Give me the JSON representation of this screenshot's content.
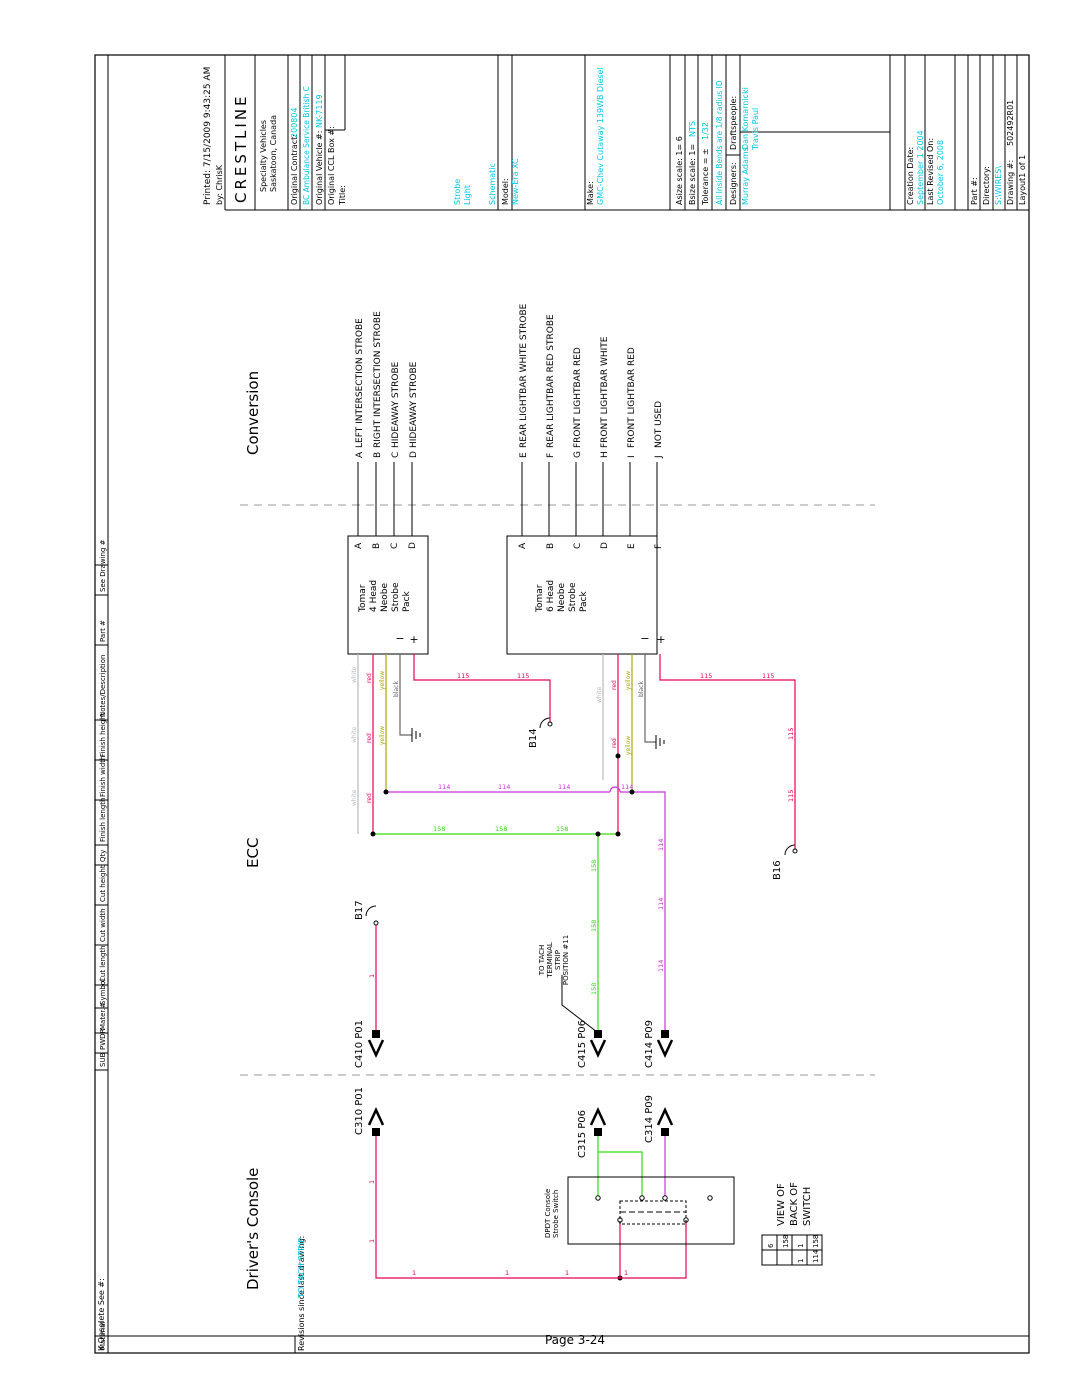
{
  "page_label": "Page 3-24",
  "header_columns": [
    "Material",
    "SUB",
    "PWDR",
    "Mater.#",
    "Symbol",
    "Cut length",
    "Cut width",
    "Cut height",
    "Qty",
    "Finish length",
    "Finish width",
    "Finish height",
    "Notes/Description",
    "Part #",
    "See Drawing #"
  ],
  "footer": {
    "obsolete": "If Obsolete See #:",
    "revisions": "Revisions since last drawing:",
    "revision_text": "TO TACH STRIP"
  },
  "title_block": {
    "printed": "Printed: 7/15/2009 9:43:25 AM",
    "by": "by: ChrisK",
    "logo": "CRESTLINE",
    "company1": "Specialty Vehicles",
    "company2": "Saskatoon, Canada",
    "contract_label": "Original Contract:",
    "contract_value": "200804",
    "contract_sub": "BC Ambulance Service British C",
    "vehicle_label": "Original Vehicle #:",
    "vehicle_value": "NK-7119",
    "ccl_label": "Original CCL Box #:",
    "title_label": "Title:",
    "title_line1": "Strobe",
    "title_line2": "Light",
    "title_line3": "Schematic",
    "model_label": "Model:",
    "model_value": "New-Era XC",
    "make_label": "Make:",
    "make_value": "GMC-Chev Cutaway 139WB Diesel",
    "asize": "Asize scale: 1= 6",
    "bsize_label": "Bsize scale: 1=",
    "bsize_value": "NTS",
    "tolerance_label": "Tolerance = ±",
    "tolerance_value": "1/32",
    "bends": "All Inside Bends are 1/8 radius ID",
    "designers_label": "Designers:",
    "designers_value": "Murray Adams",
    "draftspeople_label": "Draftspeople:",
    "drafts1": "Dan Komarnicki",
    "drafts2": "Travis Paul",
    "creation_label": "Creation Date:",
    "creation_value": "September 1 2004",
    "revised_label": "Last Revised On:",
    "revised_value": "October 6, 2008",
    "part_label": "Part #:",
    "directory_label": "Directory:",
    "directory_value": "S:\\WIRES\\",
    "drawing_label": "Drawing #:",
    "drawing_value": "502492R01",
    "layout": "Layout1 of 1"
  },
  "sections": {
    "drivers_console": "Driver's Console",
    "ecc": "ECC",
    "conversion": "Conversion"
  },
  "strobe_pack_4": {
    "lines": [
      "Tomar",
      "4 Head",
      "Neobe",
      "Strobe",
      "Pack"
    ],
    "pins": [
      "A",
      "B",
      "C",
      "D"
    ]
  },
  "strobe_pack_6": {
    "lines": [
      "Tomar",
      "6 Head",
      "Neobe",
      "Strobe",
      "Pack"
    ],
    "pins": [
      "A",
      "B",
      "C",
      "D",
      "E",
      "F"
    ]
  },
  "outputs_4": [
    {
      "pin": "A",
      "label": "LEFT INTERSECTION STROBE"
    },
    {
      "pin": "B",
      "label": "RIGHT INTERSECTION STROBE"
    },
    {
      "pin": "C",
      "label": "HIDEAWAY STROBE"
    },
    {
      "pin": "D",
      "label": "HIDEAWAY STROBE"
    }
  ],
  "outputs_6": [
    {
      "pin": "E",
      "label": "REAR LIGHTBAR WHITE STROBE"
    },
    {
      "pin": "F",
      "label": "REAR LIGHTBAR RED STROBE"
    },
    {
      "pin": "G",
      "label": "FRONT LIGHTBAR RED"
    },
    {
      "pin": "H",
      "label": "FRONT LIGHTBAR WHITE"
    },
    {
      "pin": "I",
      "label": "FRONT LIGHTBAR RED"
    },
    {
      "pin": "J",
      "label": "NOT USED"
    }
  ],
  "connectors": {
    "c410": "C410 P01",
    "c415": "C415 P06",
    "c414": "C414 P09",
    "c310": "C310 P01",
    "c315": "C315 P06",
    "c314": "C314 P09"
  },
  "breakers": {
    "b14": "B14",
    "b16": "B16",
    "b17": "B17"
  },
  "tach_note": [
    "TO TACH",
    "TERMINAL",
    "STRIP",
    "POSITION #11"
  ],
  "switch_label": [
    "DPDT Console",
    "Strobe Switch"
  ],
  "switch_view": [
    "VIEW OF",
    "BACK OF",
    "SWITCH"
  ],
  "switch_table": [
    [
      "6",
      ""
    ],
    [
      "158",
      ""
    ],
    [
      "1",
      "1"
    ],
    [
      "114",
      "158"
    ]
  ],
  "wire_labels": {
    "w1": "1",
    "w114": "114",
    "w115": "115",
    "w158": "158",
    "white": "white",
    "red": "red",
    "yellow": "yellow",
    "black": "black"
  },
  "colors": {
    "red": "#e8005a",
    "green": "#33dd11",
    "magenta": "#cc33dd",
    "white_wire": "#bbbbbb",
    "yellow": "#aaaa00",
    "black": "#666666",
    "cyan": "#00c8e6"
  }
}
